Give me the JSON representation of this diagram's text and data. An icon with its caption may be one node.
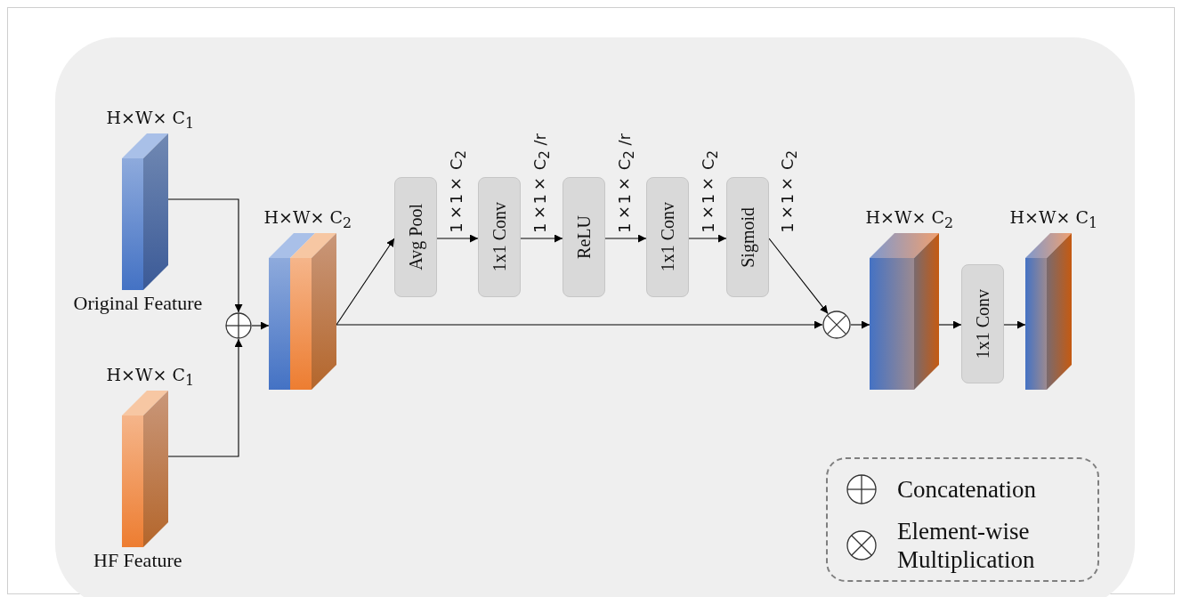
{
  "diagram": {
    "nodes": [
      {
        "text": [
          "H×W× C$_{1}$",
          "Original Feature"
        ]
      },
      {
        "text": [
          "H×W× C$_{1}$",
          "HF Feature"
        ]
      },
      {
        "text": [],
        "shape": "circle"
      },
      {
        "text": [
          "H×W× C$_{2}$"
        ]
      },
      {
        "text": [
          "Avg Pool"
        ]
      },
      {
        "text": [
          "1x1 Conv"
        ]
      },
      {
        "text": [
          "ReLU"
        ]
      },
      {
        "text": [
          "1x1 Conv"
        ]
      },
      {
        "text": [
          "Sigmoid"
        ]
      },
      {
        "text": [],
        "shape": "circle"
      },
      {
        "text": [
          "H×W× C$_{2}$"
        ]
      },
      {
        "text": [
          "1x1 Conv"
        ]
      },
      {
        "text": [
          "H×W× C$_{1}$"
        ]
      }
    ],
    "edges": [
      {
        "from": 0,
        "to": 2,
        "arrow": "to"
      },
      {
        "from": 1,
        "to": 2,
        "arrow": "to"
      },
      {
        "from": 2,
        "to": 3,
        "arrow": "to"
      },
      {
        "from": 3,
        "to": 4,
        "arrow": "to"
      },
      {
        "from": 4,
        "to": 5,
        "arrow": "to",
        "label": "1×1× C$_{2}$"
      },
      {
        "from": 5,
        "to": 6,
        "arrow": "to",
        "label": "1×1× C$_{2}$ /r"
      },
      {
        "from": 6,
        "to": 7,
        "arrow": "to",
        "label": "1×1× C$_{2}$ /r"
      },
      {
        "from": 7,
        "to": 8,
        "arrow": "to",
        "label": "1×1× C$_{2}$"
      },
      {
        "from": 8,
        "to": 9,
        "arrow": "to",
        "label": "1×1× C$_{2}$"
      },
      {
        "from": 3,
        "to": 9,
        "arrow": "to"
      },
      {
        "from": 9,
        "to": 10,
        "arrow": "to"
      },
      {
        "from": 10,
        "to": 11,
        "arrow": "to"
      },
      {
        "from": 11,
        "to": 12,
        "arrow": "to"
      }
    ],
    "legend": [
      {
        "text": "Concatenation"
      },
      {
        "text": "Element-wise Multiplication"
      }
    ]
  }
}
